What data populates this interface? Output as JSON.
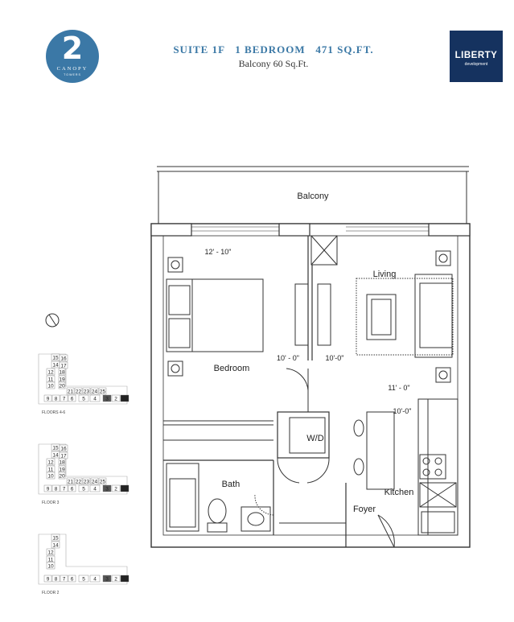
{
  "logo": {
    "number": "2",
    "word": "CANOPY",
    "sub": "TOWERS"
  },
  "header": {
    "title": "SUITE 1F   1 BEDROOM   471 SQ.FT.",
    "subtitle": "Balcony 60 Sq.Ft."
  },
  "brand": {
    "name": "LIBERTY",
    "sub": "development"
  },
  "plan": {
    "rooms": {
      "balcony": "Balcony",
      "living": "Living",
      "bedroom": "Bedroom",
      "wd": "W/D",
      "bath": "Bath",
      "kitchen": "Kitchen",
      "foyer": "Foyer"
    },
    "dims": {
      "bedroom_width": "12' - 10\"",
      "bedroom_depth": "10' - 0\"",
      "living_depth": "10'-0\"",
      "living_width": "11' - 0\"",
      "kitchen_depth": "10'-0\""
    }
  },
  "keyplans": [
    {
      "label": "FLOORS 4-6",
      "units": [
        "15",
        "16",
        "14",
        "17",
        "12",
        "18",
        "11",
        "19",
        "10",
        "20",
        "21",
        "22",
        "23",
        "24",
        "25",
        "9",
        "8",
        "7",
        "6",
        "5",
        "4",
        "3",
        "2",
        "1"
      ]
    },
    {
      "label": "FLOOR 3",
      "units": [
        "15",
        "16",
        "14",
        "17",
        "12",
        "18",
        "11",
        "19",
        "10",
        "20",
        "21",
        "22",
        "23",
        "24",
        "25",
        "9",
        "8",
        "7",
        "6",
        "5",
        "4",
        "3",
        "2",
        "1"
      ]
    },
    {
      "label": "FLOOR 2",
      "units": [
        "15",
        "14",
        "12",
        "11",
        "10",
        "9",
        "8",
        "7",
        "6",
        "5",
        "4",
        "3",
        "2",
        "1"
      ]
    }
  ],
  "colors": {
    "accent": "#3c79a6",
    "brand": "#15325f"
  }
}
